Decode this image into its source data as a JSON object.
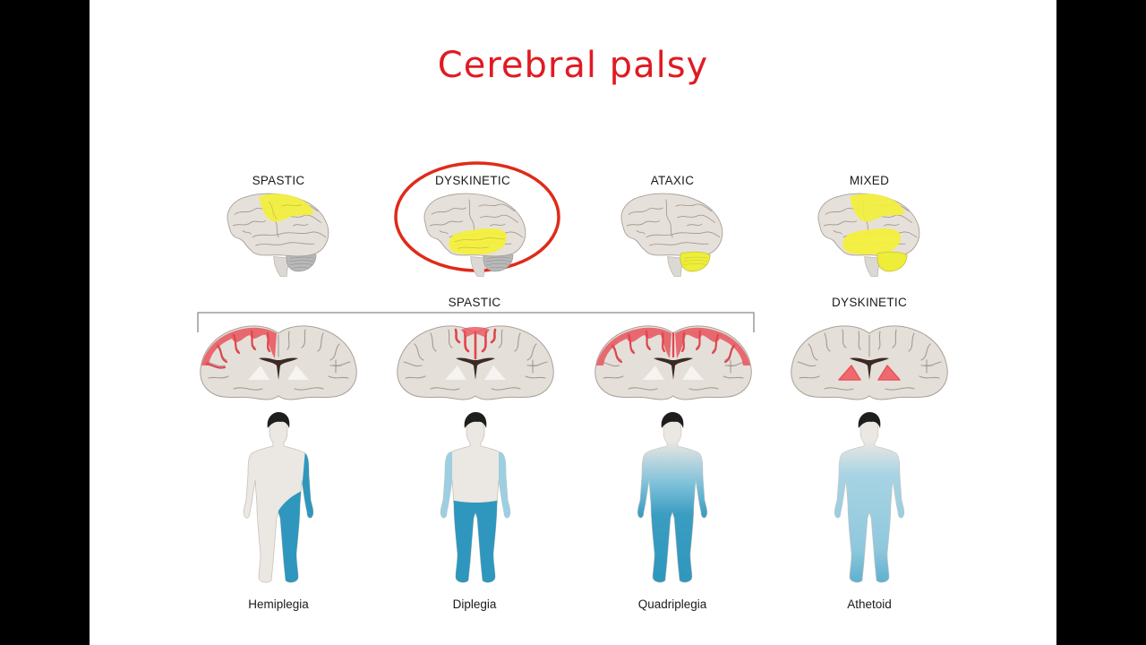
{
  "title": "Cerebral palsy",
  "colors": {
    "title": "#e01a22",
    "highlight_yellow": "#f2ee3a",
    "cortex_red": "#e8555c",
    "brain_gray": "#e4ded8",
    "affected_blue": "#2f97bd",
    "affected_light_blue": "#9cd0e2",
    "skin": "#ebe7e2",
    "hair": "#1e1e1e",
    "circle": "#e02a1a",
    "frame": "#000000"
  },
  "top_row": {
    "types": [
      {
        "label": "SPASTIC",
        "highlight": "motor-cortex",
        "circled": false
      },
      {
        "label": "DYSKINETIC",
        "highlight": "basal-ganglia-temporal",
        "circled": true
      },
      {
        "label": "ATAXIC",
        "highlight": "cerebellum",
        "circled": false
      },
      {
        "label": "MIXED",
        "highlight": "motor-cortex+temporal+cerebellum",
        "circled": false
      }
    ]
  },
  "middle_row": {
    "groups": [
      {
        "label": "SPASTIC",
        "bracket_span": 3
      },
      {
        "label": "DYSKINETIC",
        "bracket_span": 1
      }
    ],
    "sections": [
      {
        "affected": "left-hemisphere cortex"
      },
      {
        "affected": "medial cortex"
      },
      {
        "affected": "bilateral cortex"
      },
      {
        "affected": "basal ganglia"
      }
    ]
  },
  "bottom_row": {
    "figures": [
      {
        "label": "Hemiplegia",
        "pattern": "one-side"
      },
      {
        "label": "Diplegia",
        "pattern": "legs-dark-arms-light"
      },
      {
        "label": "Quadriplegia",
        "pattern": "gradient-all-limbs"
      },
      {
        "label": "Athetoid",
        "pattern": "light-whole-body"
      }
    ]
  }
}
